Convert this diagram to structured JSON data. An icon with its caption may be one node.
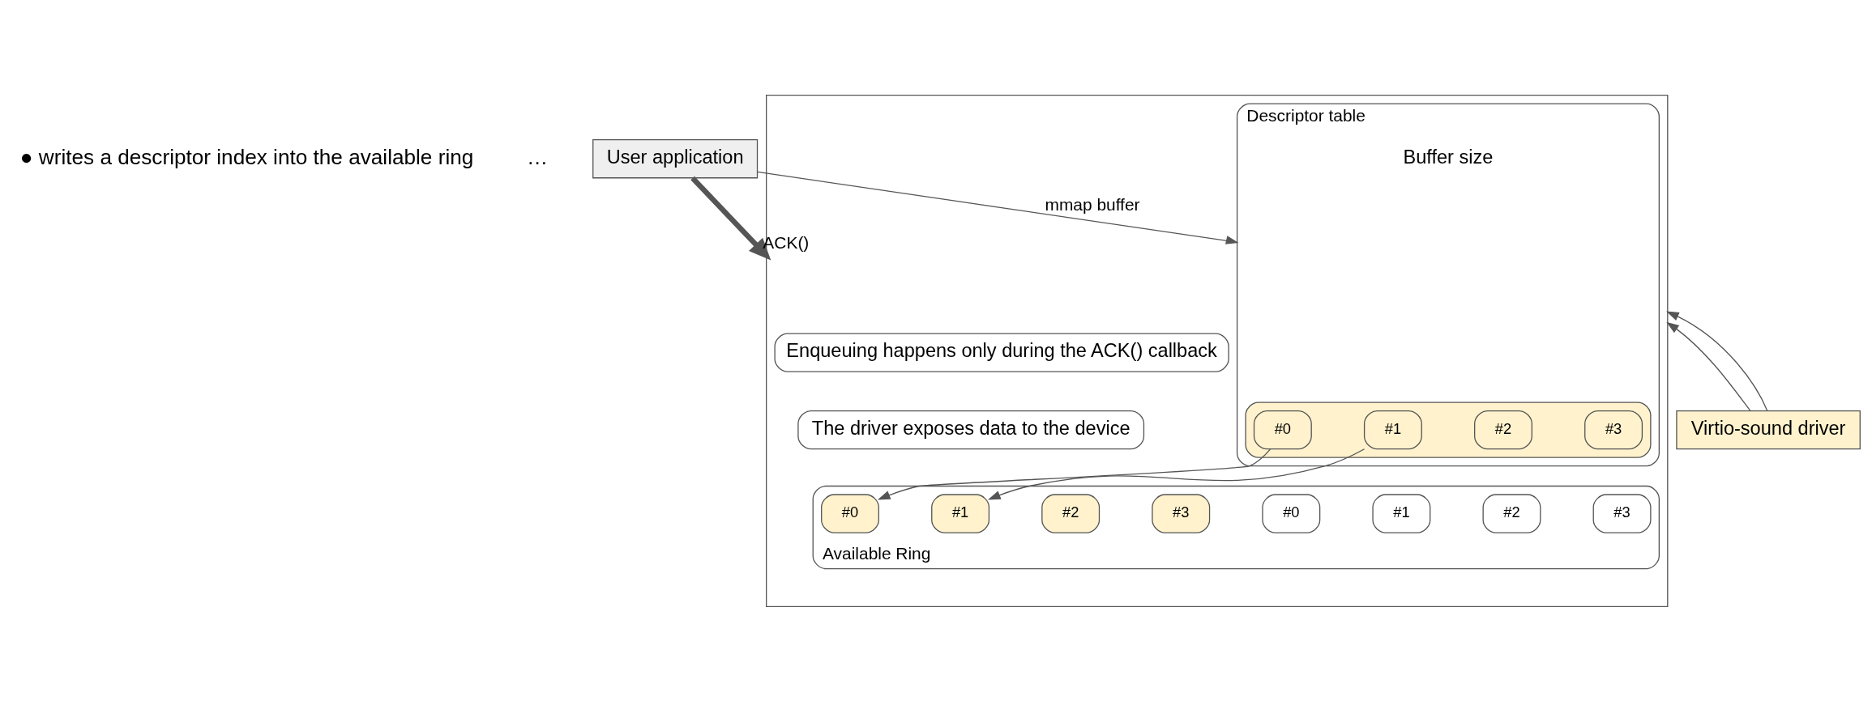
{
  "diagram": {
    "nodes": [
      {
        "text": [
          "User application"
        ]
      },
      {
        "text": [
          "Virtio-sound driver"
        ]
      },
      {
        "text": [],
        "shape": "box"
      },
      {
        "text": [
          "Enqueuing happens only during the ACK() callback"
        ],
        "in": 2
      },
      {
        "text": [
          "Descriptor table"
        ],
        "in": 2,
        "beside": [
          "Buffer size"
        ]
      },
      {
        "text": [],
        "shape": "box",
        "in": 4
      },
      {
        "text": [
          "#0"
        ],
        "in": 5
      },
      {
        "text": [
          "#1"
        ],
        "in": 5
      },
      {
        "text": [
          "#2"
        ],
        "in": 5
      },
      {
        "text": [
          "#3"
        ],
        "in": 5
      },
      {
        "text": [
          "The driver exposes data to the device"
        ],
        "in": 2
      },
      {
        "text": [
          "Available Ring"
        ],
        "in": 2
      },
      {
        "text": [
          "#0"
        ],
        "in": 11
      },
      {
        "text": [
          "#1"
        ],
        "in": 11
      },
      {
        "text": [
          "#2"
        ],
        "in": 11
      },
      {
        "text": [
          "#3"
        ],
        "in": 11
      },
      {
        "text": [
          "#0"
        ],
        "in": 11
      },
      {
        "text": [
          "#1"
        ],
        "in": 11
      },
      {
        "text": [
          "#2"
        ],
        "in": 11
      },
      {
        "text": [
          "#3"
        ],
        "in": 11
      }
    ],
    "edges": [
      {
        "from": 0,
        "to": 2,
        "arrow": "to",
        "label": "ACK()",
        "style": "thick"
      },
      {
        "from": 0,
        "to": 4,
        "arrow": "to",
        "label": "mmap buffer"
      },
      {
        "from": 1,
        "to": 2,
        "arrow": "to"
      },
      {
        "from": 1,
        "to": 2,
        "arrow": "to"
      },
      {
        "from": 6,
        "to": 12,
        "arrow": "to"
      },
      {
        "from": 7,
        "to": 13,
        "arrow": "to"
      }
    ],
    "labels": [
      "● writes a descriptor index into the available ring",
      "…"
    ]
  }
}
